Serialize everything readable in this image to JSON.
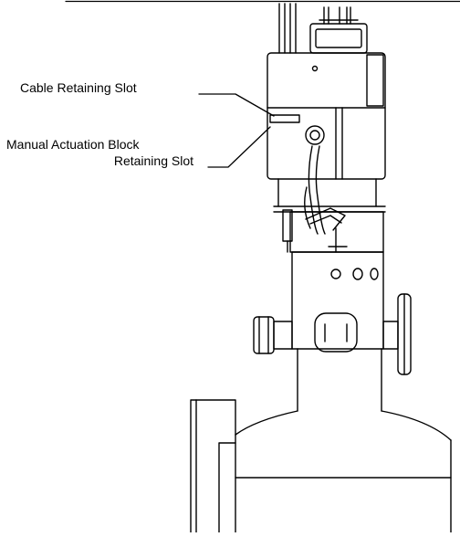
{
  "labels": {
    "cable_retaining_slot": "Cable Retaining Slot",
    "manual_actuation_line1": "Manual Actuation Block",
    "manual_actuation_line2": "Retaining Slot"
  },
  "colors": {
    "line": "#000000",
    "background": "#ffffff"
  }
}
